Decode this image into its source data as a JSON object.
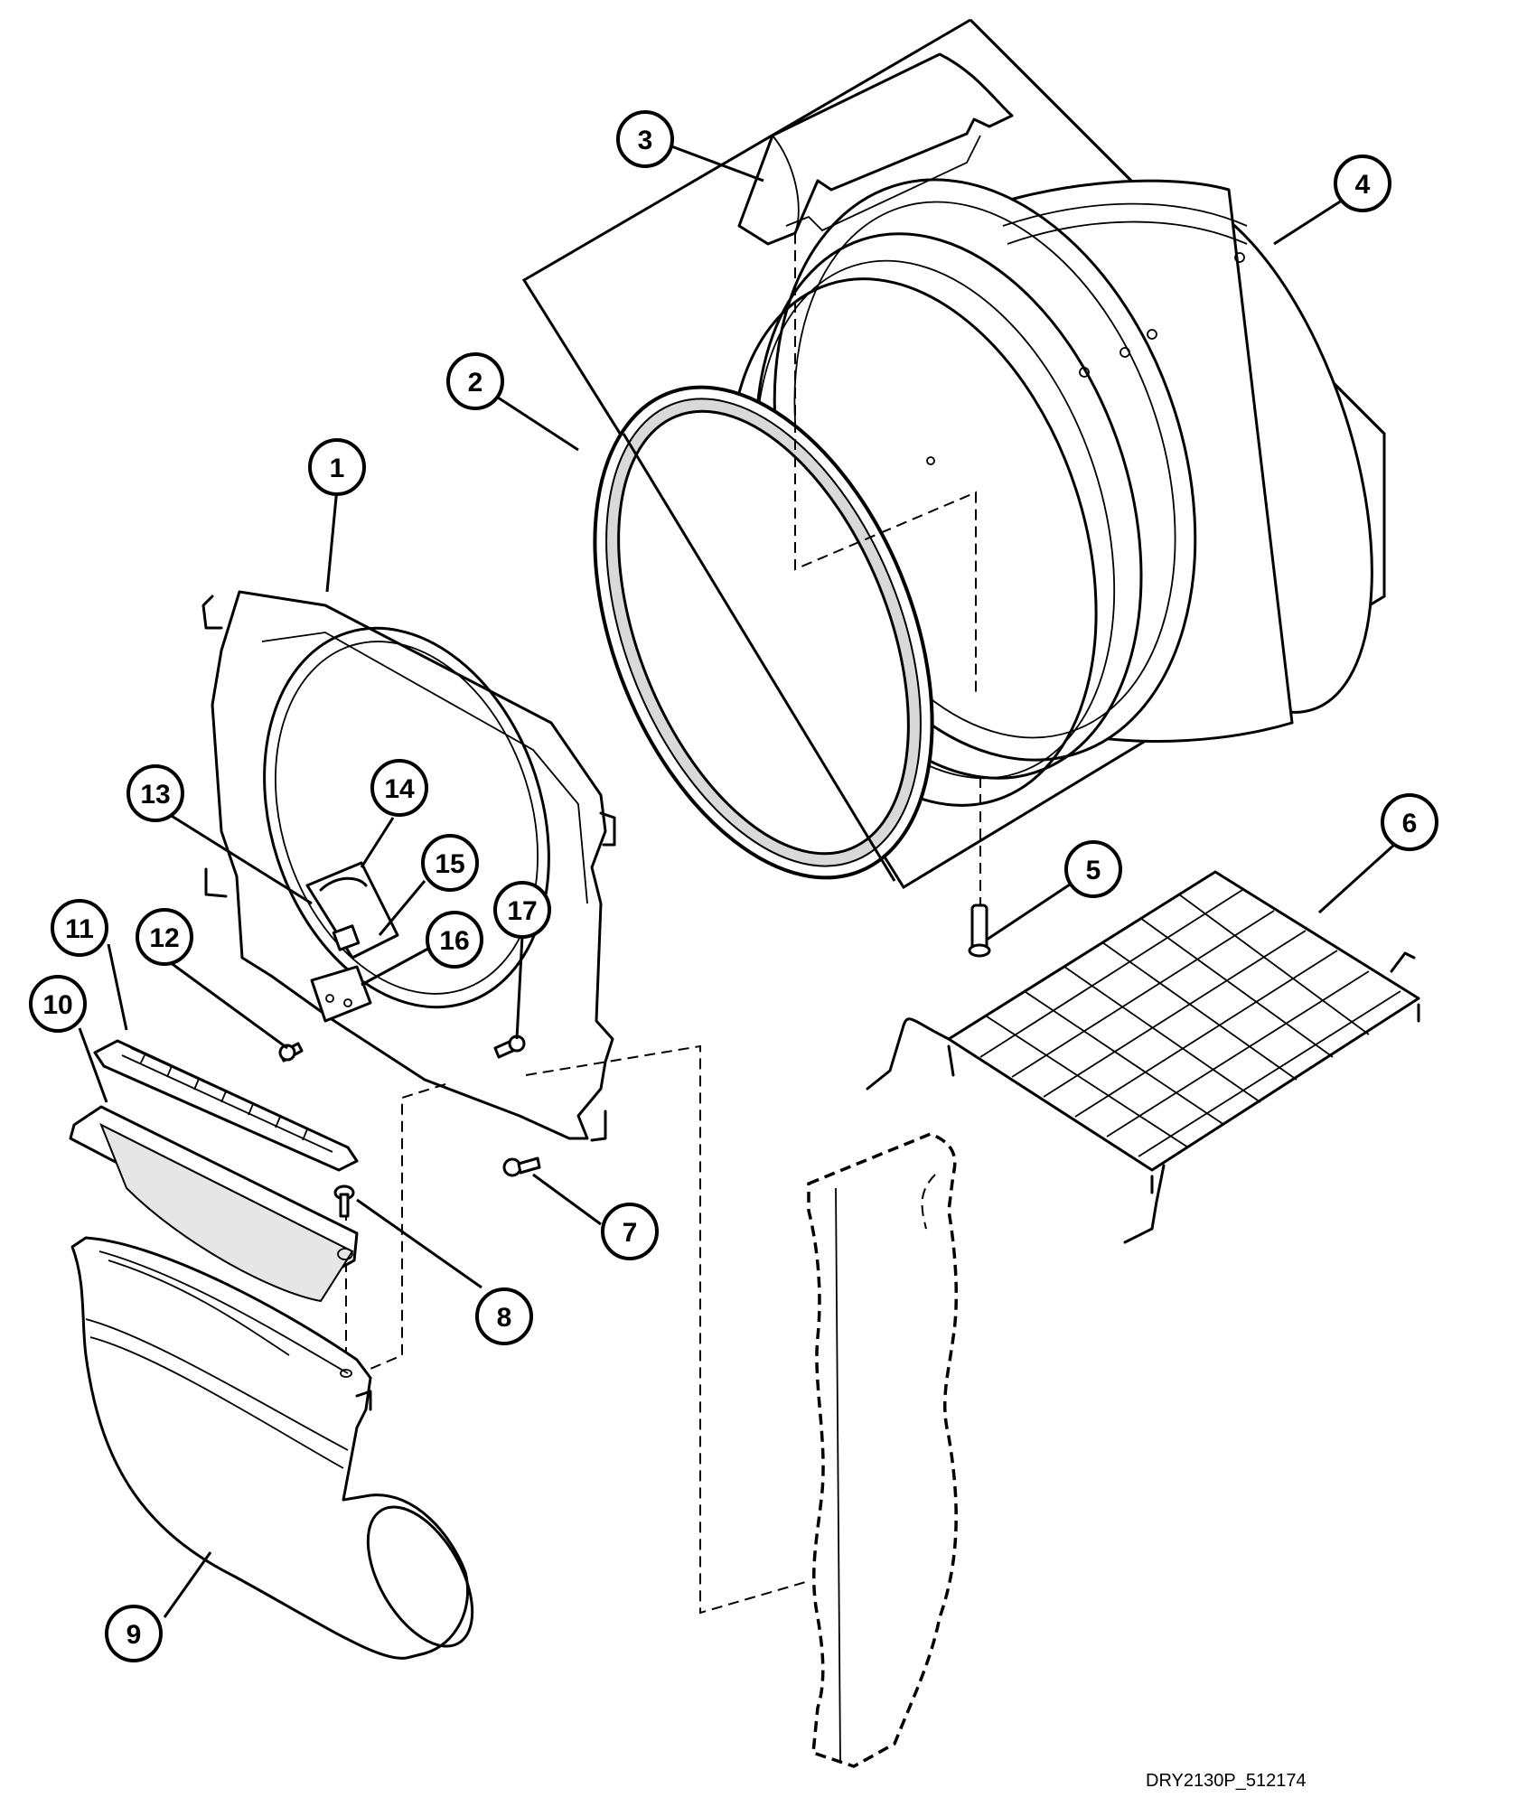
{
  "callouts": [
    {
      "label": "1"
    },
    {
      "label": "2"
    },
    {
      "label": "3"
    },
    {
      "label": "4"
    },
    {
      "label": "5"
    },
    {
      "label": "6"
    },
    {
      "label": "7"
    },
    {
      "label": "8"
    },
    {
      "label": "9"
    },
    {
      "label": "10"
    },
    {
      "label": "11"
    },
    {
      "label": "12"
    },
    {
      "label": "13"
    },
    {
      "label": "14"
    },
    {
      "label": "15"
    },
    {
      "label": "16"
    },
    {
      "label": "17"
    }
  ],
  "drawing_code": "DRY2130P_512174"
}
